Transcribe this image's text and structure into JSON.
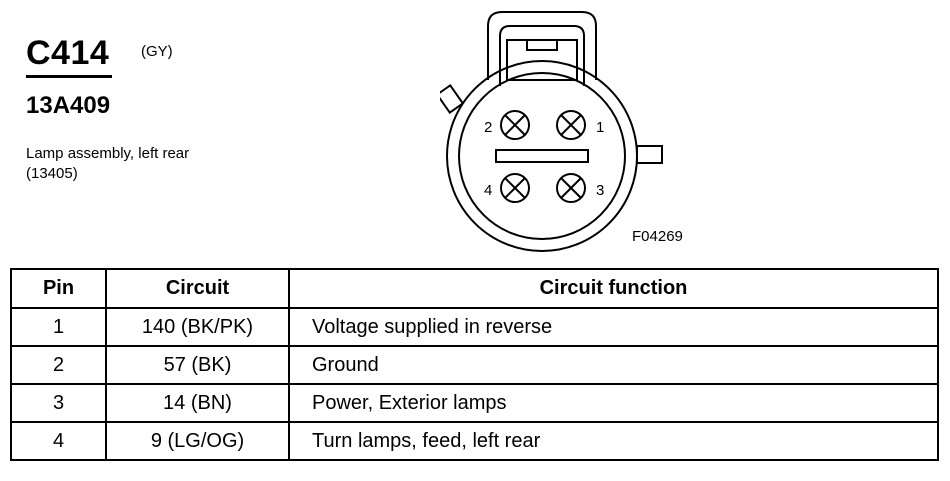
{
  "connector": {
    "id": "C414",
    "color_code": "(GY)",
    "part_number": "13A409",
    "description": "Lamp assembly, left rear (13405)"
  },
  "diagram": {
    "pin_labels": [
      "1",
      "2",
      "3",
      "4"
    ],
    "figure_code": "F04269"
  },
  "table": {
    "headers": [
      "Pin",
      "Circuit",
      "Circuit function"
    ],
    "rows": [
      {
        "pin": "1",
        "circuit": "140 (BK/PK)",
        "function": "Voltage supplied in reverse"
      },
      {
        "pin": "2",
        "circuit": "57 (BK)",
        "function": "Ground"
      },
      {
        "pin": "3",
        "circuit": "14 (BN)",
        "function": "Power, Exterior lamps"
      },
      {
        "pin": "4",
        "circuit": "9 (LG/OG)",
        "function": "Turn lamps, feed, left rear"
      }
    ]
  }
}
